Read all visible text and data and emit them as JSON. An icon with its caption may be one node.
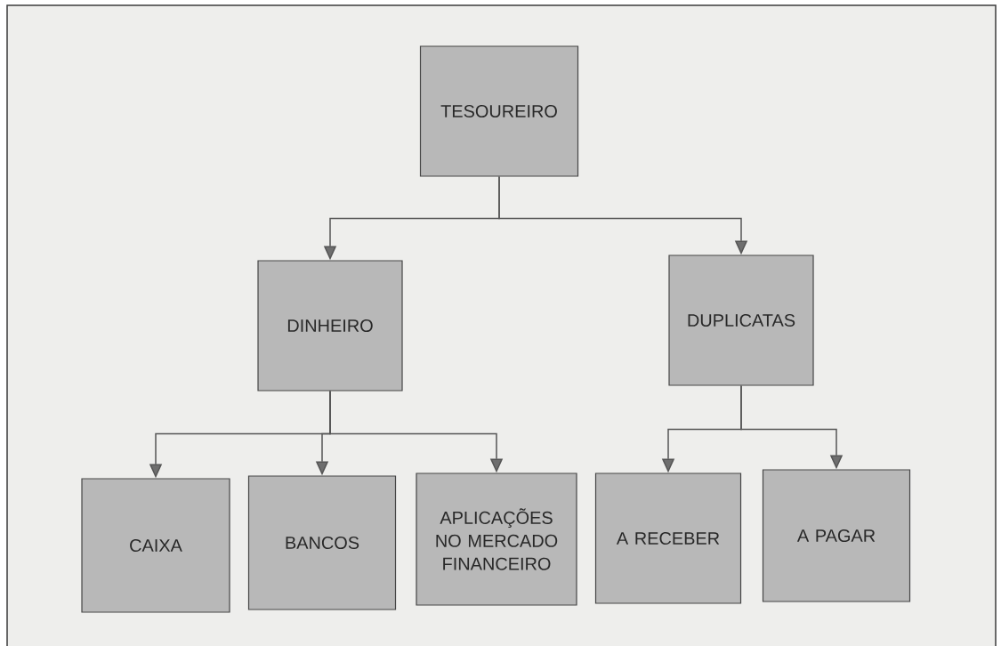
{
  "diagram": {
    "nodes": [
      {
        "text": [
          "TESOUREIRO"
        ]
      },
      {
        "text": [
          "DINHEIRO"
        ]
      },
      {
        "text": [
          "DUPLICATAS"
        ]
      },
      {
        "text": [
          "CAIXA"
        ]
      },
      {
        "text": [
          "BANCOS"
        ]
      },
      {
        "text": [
          "APLICAÇÕES NO MERCADO FINANCEIRO"
        ]
      },
      {
        "text": [
          "A RECEBER"
        ]
      },
      {
        "text": [
          "A PAGAR"
        ]
      }
    ],
    "edges": [
      {
        "from": 0,
        "to": 1,
        "arrow": "to"
      },
      {
        "from": 0,
        "to": 2,
        "arrow": "to"
      },
      {
        "from": 1,
        "to": 3,
        "arrow": "to"
      },
      {
        "from": 1,
        "to": 4,
        "arrow": "to"
      },
      {
        "from": 1,
        "to": 5,
        "arrow": "to"
      },
      {
        "from": 2,
        "to": 6,
        "arrow": "to"
      },
      {
        "from": 2,
        "to": 7,
        "arrow": "to"
      }
    ]
  }
}
